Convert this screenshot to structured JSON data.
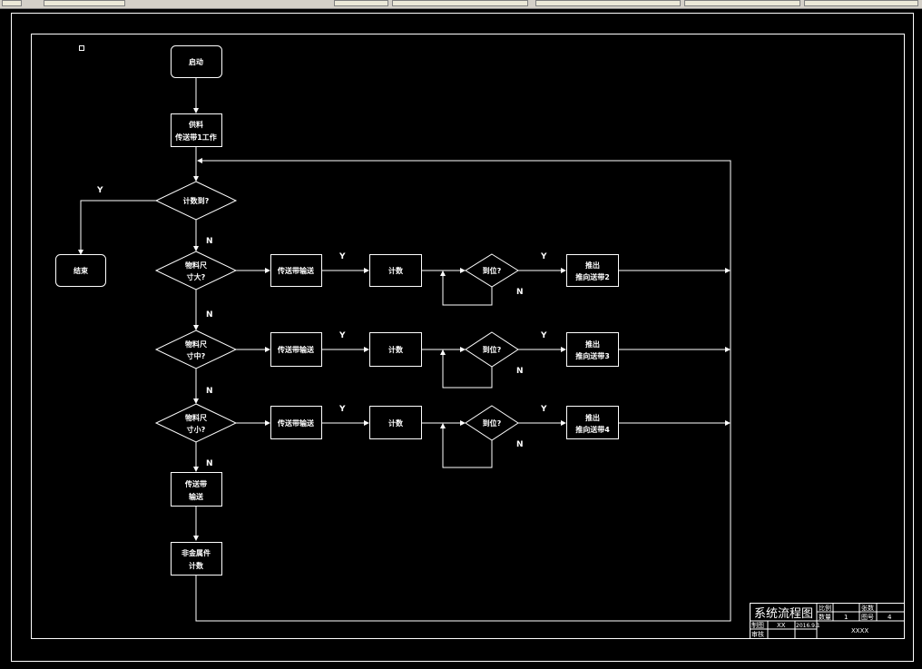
{
  "flow": {
    "start": "启动",
    "feed_line1": "供料",
    "feed_line2": "传送带1工作",
    "q_count_line1": "计数到?",
    "end": "结束",
    "q_large_line1": "物料尺",
    "q_large_line2": "寸大?",
    "q_medium_line1": "物料尺",
    "q_medium_line2": "寸中?",
    "q_small_line1": "物料尺",
    "q_small_line2": "寸小?",
    "convey_out": "传送带输送",
    "count": "计数",
    "in_place": "到位?",
    "push1_line1": "推出",
    "push1_line2": "推向送带2",
    "push2_line1": "推出",
    "push2_line2": "推向送带3",
    "push3_line1": "推出",
    "push3_line2": "推向送带4",
    "reject_line1": "传送带",
    "reject_line2": "输送",
    "nonconform_line1": "非金属件",
    "nonconform_line2": "计数",
    "yes": "Y",
    "no": "N"
  },
  "title_block": {
    "title": "系统流程图",
    "r1c1": "比例",
    "r2c1": "数量",
    "r2c2": "1",
    "r1c3": "张数",
    "r2c3": "图号",
    "r2c4": "4",
    "r3c0": "制图",
    "r3c1": "XX",
    "r3c2": "2016.9.1",
    "r4c0": "审核",
    "school": "XXXX"
  }
}
